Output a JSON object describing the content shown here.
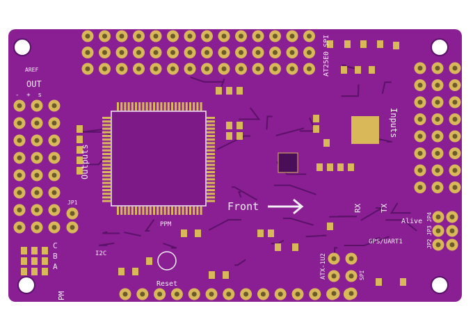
{
  "board": {
    "colors": {
      "soldermask": "#8a1f93",
      "traces": "#5a1168",
      "pads": "#d9b85a",
      "silkscreen": "#f4eef6",
      "background": "#ffffff"
    },
    "labels": {
      "aref": "AREF",
      "out": "OUT",
      "out_pins": "-  +  s",
      "outputs": "Outputs",
      "inputs": "Inputs",
      "spi_top": "AT25E0 SPI",
      "jp1": "JP1",
      "ppm": "PPM",
      "i2c": "I2C",
      "pm": "PM",
      "cba": [
        "C",
        "B",
        "A"
      ],
      "reset": "Reset",
      "front": "Front",
      "rx": "RX",
      "tx": "TX",
      "alive": "Alive",
      "gps_uart": "GPS/UART1",
      "jumpers": "JP2 JP3 JP4",
      "atx": "ATX-1U2",
      "spi_bottom": "SPI"
    }
  }
}
